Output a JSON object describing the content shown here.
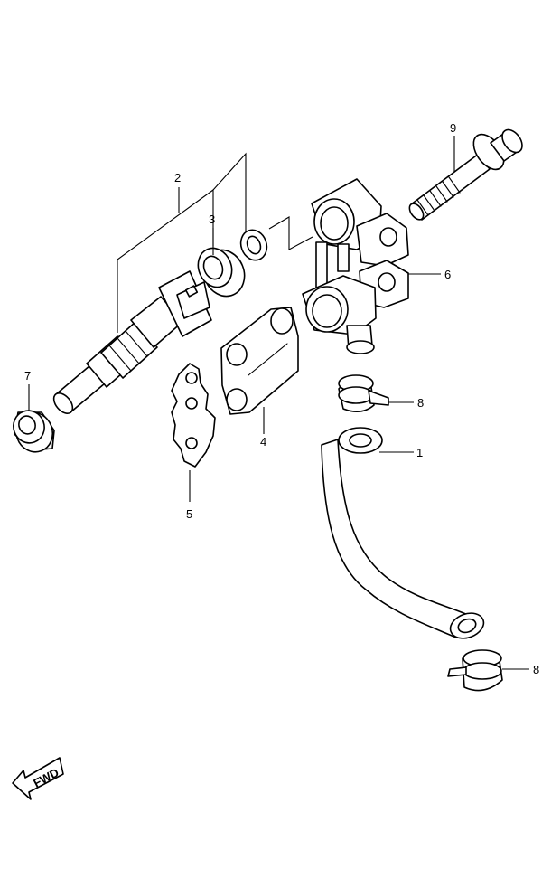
{
  "callouts": {
    "c1": "1",
    "c2": "2",
    "c3": "3",
    "c4": "4",
    "c5": "5",
    "c6": "6",
    "c7": "7",
    "c8a": "8",
    "c8b": "8",
    "c9": "9"
  },
  "direction_arrow": {
    "label": "FWD"
  },
  "colors": {
    "line": "#000000",
    "background": "#ffffff"
  }
}
